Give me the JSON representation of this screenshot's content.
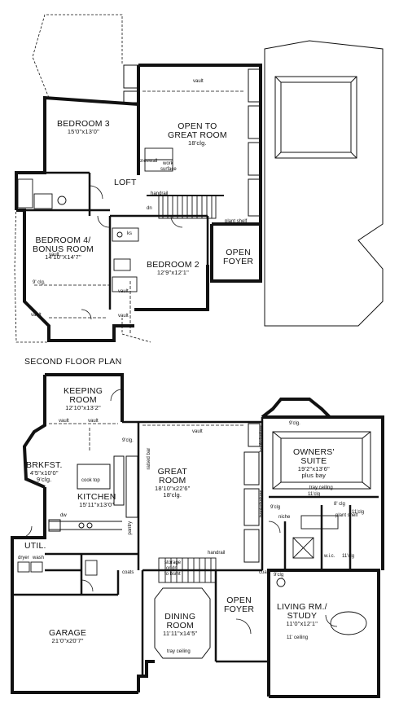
{
  "second_floor": {
    "title": "SECOND FLOOR PLAN",
    "rooms": {
      "bedroom3": {
        "name": "BEDROOM 3",
        "dim": "15'0\"x13'0\""
      },
      "open_great": {
        "name1": "OPEN TO",
        "name2": "GREAT ROOM",
        "dim": "18'clg."
      },
      "loft": {
        "name": "LOFT"
      },
      "bedroom4": {
        "name1": "BEDROOM 4/",
        "name2": "BONUS ROOM",
        "dim": "14'10\"X14'7\""
      },
      "bedroom2": {
        "name": "BEDROOM 2",
        "dim": "12'9\"x12'1\""
      },
      "open_foyer": {
        "name1": "OPEN",
        "name2": "FOYER"
      }
    },
    "notes": {
      "vault_a": "vault",
      "work": "work",
      "surface": "surface",
      "kneewall": "kneewall",
      "handrail": "handrail",
      "dn": "dn",
      "plant_shelf": "plant shelf",
      "ks": "ks",
      "clg9": "9' clg.",
      "vault_b": "vault",
      "vault_c": "vault",
      "vault_d": "vault",
      "vault_e": "vault"
    }
  },
  "first_floor": {
    "rooms": {
      "keeping": {
        "name1": "KEEPING",
        "name2": "ROOM",
        "dim": "12'10\"x13'2\""
      },
      "brkfst": {
        "name": "BRKFST.",
        "dim": "4'5\"x10'0\"",
        "clg": "9'clg."
      },
      "kitchen": {
        "name": "KITCHEN",
        "dim": "15'11\"x13'0\""
      },
      "great": {
        "name1": "GREAT",
        "name2": "ROOM",
        "dim": "18'10\"x22'6\"",
        "clg": "18'clg."
      },
      "owners": {
        "name1": "OWNERS'",
        "name2": "SUITE",
        "dim": "19'2\"x13'6\"",
        "extra": "plus bay",
        "ceiling": "tray ceiling",
        "clg": "9'clg."
      },
      "util": {
        "name": "UTIL."
      },
      "garage": {
        "name": "GARAGE",
        "dim": "21'0\"x20'7\""
      },
      "dining": {
        "name1": "DINING",
        "name2": "ROOM",
        "dim": "11'11\"x14'5\"",
        "ceiling": "tray ceiling"
      },
      "open_foyer": {
        "name1": "OPEN",
        "name2": "FOYER"
      },
      "living": {
        "name1": "LIVING RM./",
        "name2": "STUDY",
        "dim": "11'0\"x12'1\"",
        "ceiling": "11' ceiling"
      }
    },
    "notes": {
      "vault1": "vault",
      "vault2": "vault",
      "vault3": "vault",
      "clg9": "9'clg.",
      "raised_bar": "raised bar",
      "pantry": "pantry",
      "handrail": "handrail",
      "stairs1": "storage",
      "stairs2": "or dn",
      "stairs3": "to bsmt",
      "coats1": "coats",
      "coats2": "coats",
      "bookshelves1": "bookshelves",
      "bookshelves2": "bookshelves",
      "niche": "niche",
      "clg11a": "11'clg",
      "clg8": "8' clg",
      "clg11b": "11'clg",
      "clg9b": "9'clg",
      "plant_shelf": "plant shelf",
      "clg11c": "11'clg",
      "clg9c": "9'clg",
      "dw": "dw",
      "cook_top": "cook top",
      "wic": "w.i.c.",
      "dryer": "dryer",
      "wash": "wash"
    }
  }
}
